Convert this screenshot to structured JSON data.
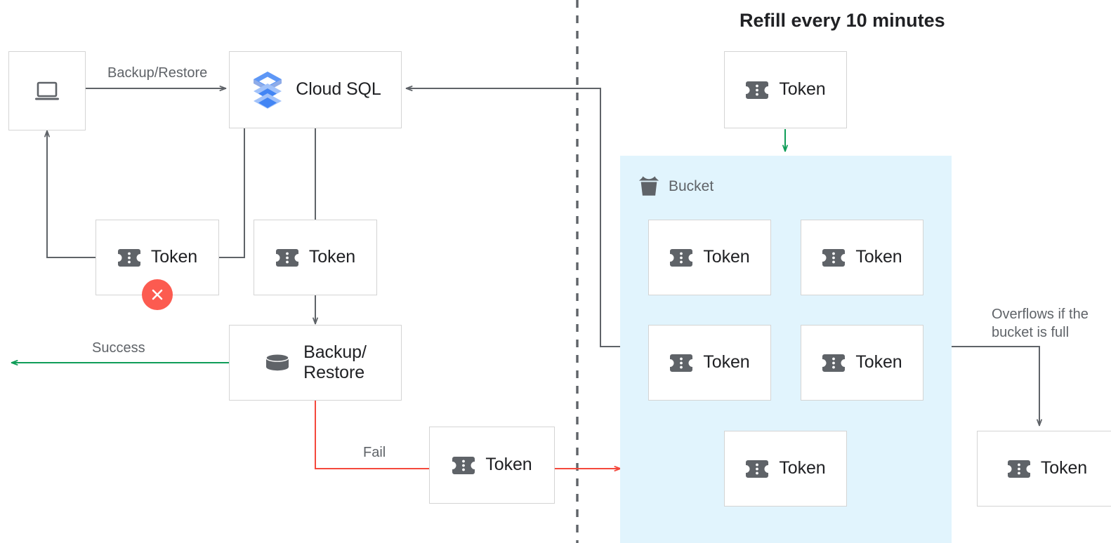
{
  "diagram": {
    "title_right": "Refill every 10 minutes",
    "divider": "vertical-dashed-divider",
    "colors": {
      "box_border": "#d4d4d4",
      "bucket_fill": "#e1f4fd",
      "arrow_gray": "#5f6368",
      "arrow_green": "#0f9d58",
      "arrow_red": "#f4483c",
      "error_red": "#fc5b50",
      "text_dark": "#202124",
      "text_muted": "#5f6368",
      "cloudsql_blue": "#4285f4"
    },
    "token_label": "Token",
    "bucket_label": "Bucket"
  },
  "nodes": {
    "client": {
      "label": "",
      "icon": "laptop-icon"
    },
    "cloud_sql": {
      "label": "Cloud SQL",
      "icon": "cloud-sql-icon"
    },
    "token_left": {
      "label": "Token",
      "icon": "token-icon",
      "status": "error"
    },
    "token_mid": {
      "label": "Token",
      "icon": "token-icon"
    },
    "backup_restore": {
      "label": "Backup/\nRestore",
      "icon": "database-icon"
    },
    "token_fail": {
      "label": "Token",
      "icon": "token-icon"
    },
    "token_refill": {
      "label": "Token",
      "icon": "token-icon"
    },
    "token_overflow": {
      "label": "Token",
      "icon": "token-icon"
    }
  },
  "bucket": {
    "title": "Bucket",
    "icon": "bucket-icon",
    "tokens": [
      {
        "label": "Token"
      },
      {
        "label": "Token"
      },
      {
        "label": "Token"
      },
      {
        "label": "Token"
      },
      {
        "label": "Token"
      }
    ]
  },
  "edges": [
    {
      "id": "backup-restore-label",
      "label": "Backup/Restore",
      "color": "#5f6368"
    },
    {
      "id": "success-label",
      "label": "Success",
      "color": "#0f9d58"
    },
    {
      "id": "fail-label",
      "label": "Fail",
      "color": "#f4483c"
    },
    {
      "id": "overflow-label",
      "label": "Overflows if the\nbucket is full",
      "color": "#5f6368"
    }
  ]
}
